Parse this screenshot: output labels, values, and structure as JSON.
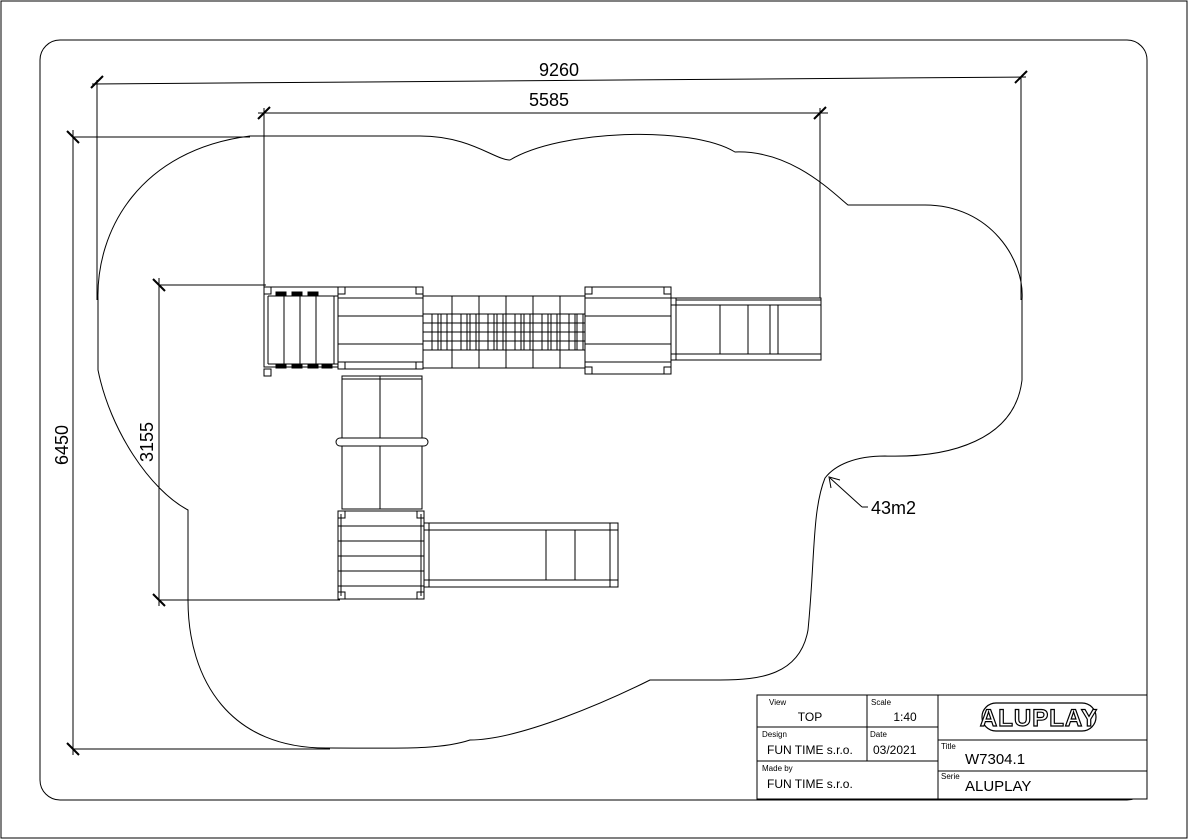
{
  "dimensions": {
    "overall_width": "9260",
    "inner_width": "5585",
    "overall_depth": "6450",
    "inner_depth": "3155"
  },
  "area_label": "43m2",
  "title_block": {
    "view_label": "View",
    "view_value": "TOP",
    "scale_label": "Scale",
    "scale_value": "1:40",
    "design_label": "Design",
    "design_value": "FUN TIME s.r.o.",
    "date_label": "Date",
    "date_value": "03/2021",
    "made_by_label": "Made by",
    "made_by_value": "FUN TIME s.r.o.",
    "title_label": "Title",
    "title_value": "W7304.1",
    "serie_label": "Serie",
    "serie_value": "ALUPLAY",
    "logo_text": "ALUPLAY"
  }
}
